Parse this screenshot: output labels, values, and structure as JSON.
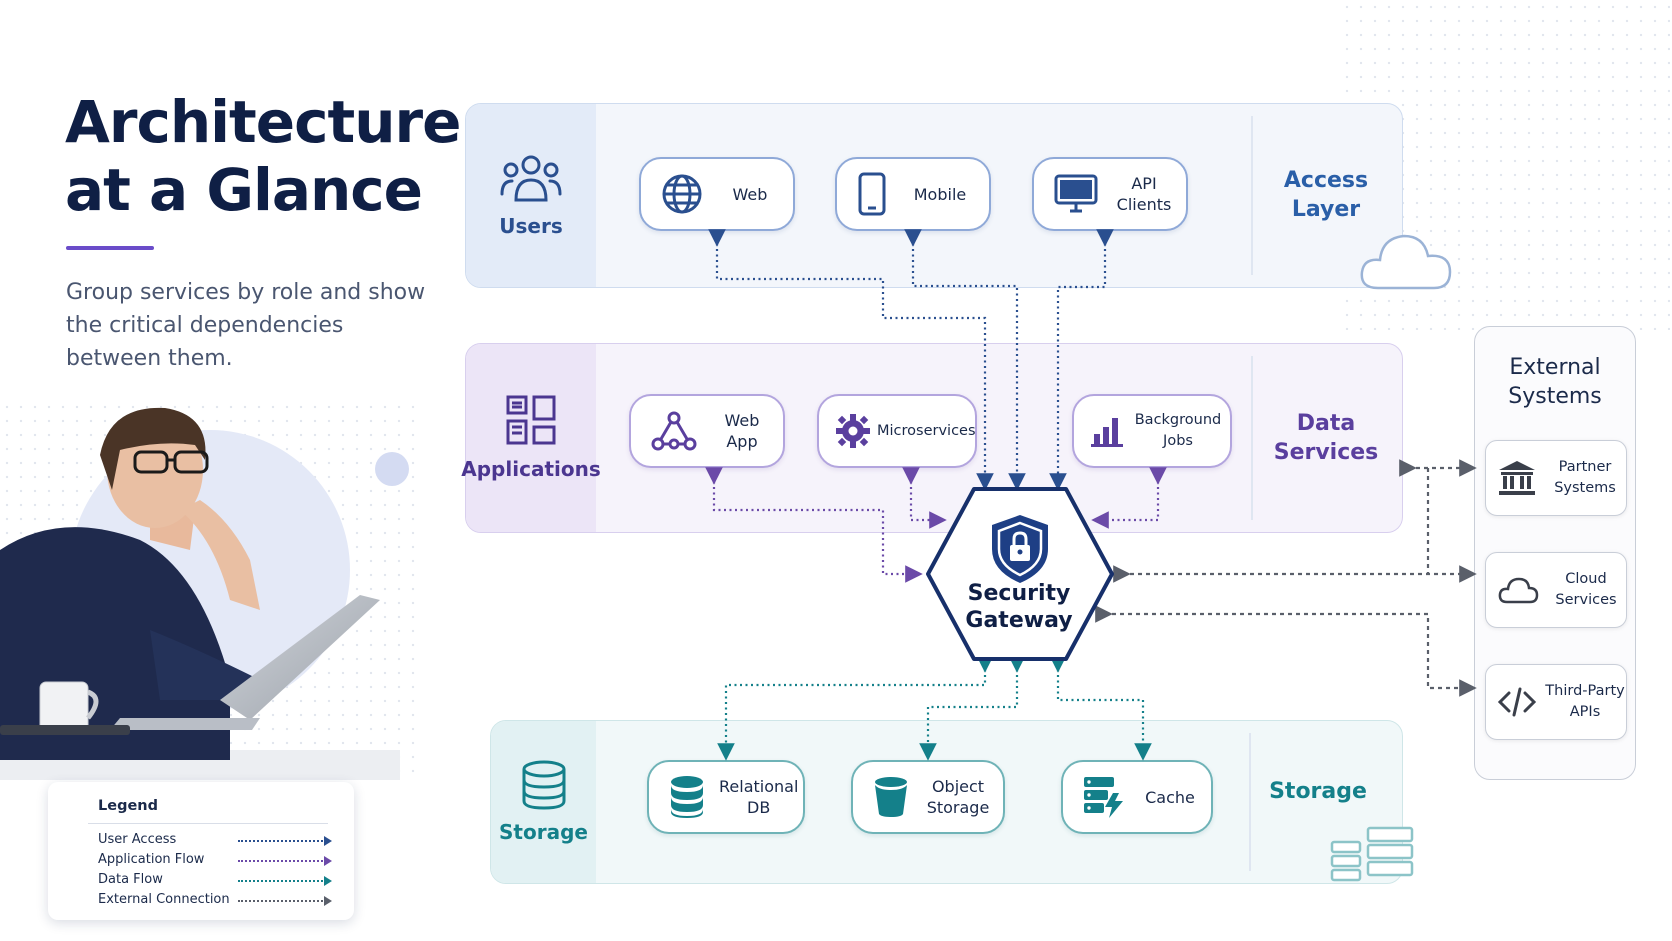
{
  "title": "Architecture\nat a Glance",
  "subtitle": "Group services by role and show the critical dependencies between them.",
  "colors": {
    "navy": "#0f1f45",
    "accent_purple": "#6a4cc9",
    "user_access": "#2a4f8f",
    "application_flow": "#6b4aa8",
    "data_flow": "#14808a",
    "external": "#5a5f6a"
  },
  "layers": {
    "access": {
      "side_label": "Users",
      "side_icon": "users-icon",
      "right_label": "Access Layer",
      "nodes": [
        {
          "label": "Web",
          "icon": "globe-icon"
        },
        {
          "label": "Mobile",
          "icon": "smartphone-icon"
        },
        {
          "label": "API\nClients",
          "icon": "monitor-icon"
        }
      ]
    },
    "applications": {
      "side_label": "Applications",
      "side_icon": "grid-layout-icon",
      "right_label": "Data Services",
      "nodes": [
        {
          "label": "Web\nApp",
          "icon": "network-icon"
        },
        {
          "label": "Microservices",
          "icon": "gear-icon"
        },
        {
          "label": "Background\nJobs",
          "icon": "bar-chart-icon"
        }
      ]
    },
    "storage": {
      "side_label": "Storage",
      "side_icon": "database-icon",
      "right_label": "Storage",
      "nodes": [
        {
          "label": "Relational\nDB",
          "icon": "database-icon"
        },
        {
          "label": "Object\nStorage",
          "icon": "bucket-icon"
        },
        {
          "label": "Cache",
          "icon": "server-bolt-icon"
        }
      ]
    }
  },
  "gateway": {
    "label": "Security\nGateway",
    "icon": "shield-lock-icon"
  },
  "external": {
    "title": "External Systems",
    "nodes": [
      {
        "label": "Partner\nSystems",
        "icon": "bank-icon"
      },
      {
        "label": "Cloud\nServices",
        "icon": "cloud-icon"
      },
      {
        "label": "Third-Party\nAPIs",
        "icon": "code-icon"
      }
    ]
  },
  "legend": {
    "title": "Legend",
    "items": [
      {
        "label": "User Access",
        "color": "#2a4f8f"
      },
      {
        "label": "Application Flow",
        "color": "#6b4aa8"
      },
      {
        "label": "Data Flow",
        "color": "#14808a"
      },
      {
        "label": "External Connection",
        "color": "#5a5f6a"
      }
    ]
  }
}
